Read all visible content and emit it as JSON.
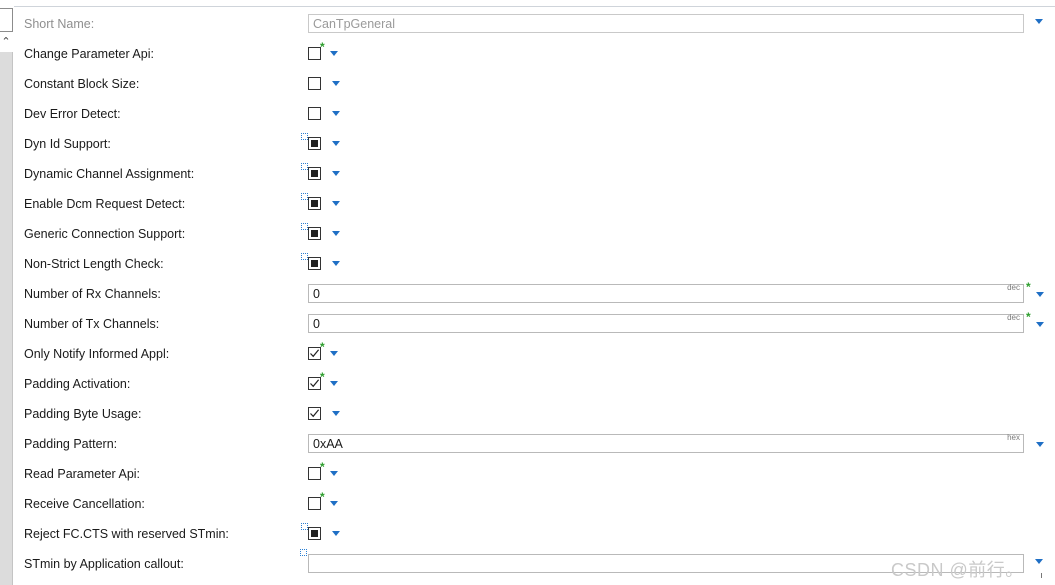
{
  "rows": [
    {
      "label": "Short Name:",
      "type": "text",
      "value": "CanTpGeneral",
      "disabled": true
    },
    {
      "label": "Change Parameter Api:",
      "type": "check",
      "state": "unchecked",
      "star": true
    },
    {
      "label": "Constant Block Size:",
      "type": "check",
      "state": "unchecked"
    },
    {
      "label": "Dev Error Detect:",
      "type": "check",
      "state": "unchecked"
    },
    {
      "label": "Dyn Id Support:",
      "type": "check",
      "state": "indeterminate",
      "derived": true
    },
    {
      "label": "Dynamic Channel Assignment:",
      "type": "check",
      "state": "indeterminate",
      "derived": true
    },
    {
      "label": "Enable Dcm Request Detect:",
      "type": "check",
      "state": "indeterminate",
      "derived": true
    },
    {
      "label": "Generic Connection Support:",
      "type": "check",
      "state": "indeterminate",
      "derived": true
    },
    {
      "label": "Non-Strict Length Check:",
      "type": "check",
      "state": "indeterminate",
      "derived": true
    },
    {
      "label": "Number of Rx Channels:",
      "type": "text",
      "value": "0",
      "unit": "dec",
      "star": true
    },
    {
      "label": "Number of Tx Channels:",
      "type": "text",
      "value": "0",
      "unit": "dec",
      "star": true
    },
    {
      "label": "Only Notify Informed Appl:",
      "type": "check",
      "state": "checked",
      "star": true
    },
    {
      "label": "Padding Activation:",
      "type": "check",
      "state": "checked",
      "star": true
    },
    {
      "label": "Padding Byte Usage:",
      "type": "check",
      "state": "checked"
    },
    {
      "label": "Padding Pattern:",
      "type": "text",
      "value": "0xAA",
      "unit": "hex"
    },
    {
      "label": "Read Parameter Api:",
      "type": "check",
      "state": "unchecked",
      "star": true
    },
    {
      "label": "Receive Cancellation:",
      "type": "check",
      "state": "unchecked",
      "star": true
    },
    {
      "label": "Reject FC.CTS with reserved STmin:",
      "type": "check",
      "state": "indeterminate",
      "derived": true
    },
    {
      "label": "STmin by Application callout:",
      "type": "text",
      "value": "",
      "derived": true
    }
  ],
  "watermark": "CSDN @前行。",
  "colors": {
    "accent": "#1f6fc5",
    "star": "#2e9e2e"
  }
}
